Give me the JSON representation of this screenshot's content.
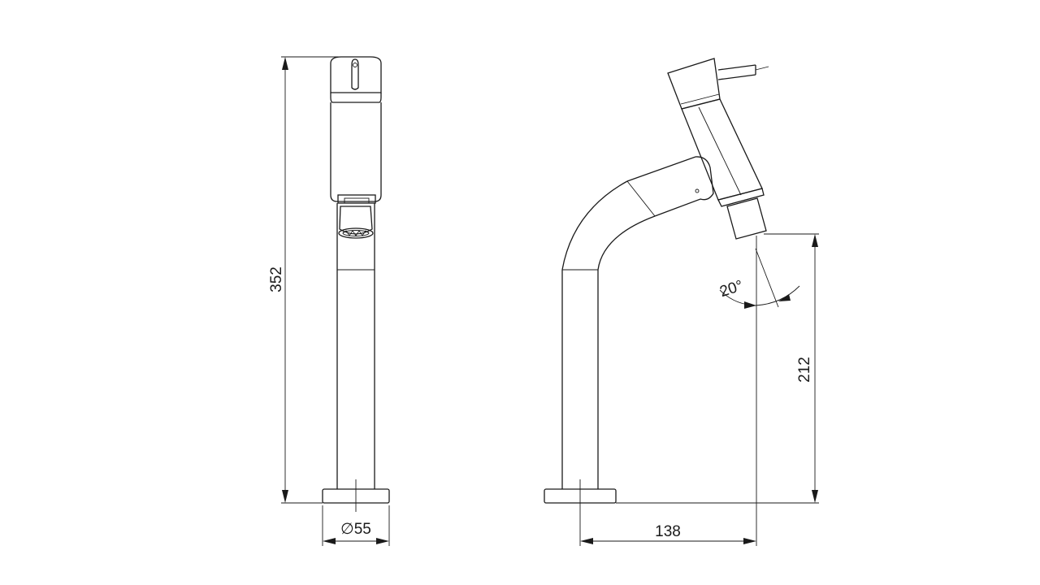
{
  "dimensions": {
    "total_height": "352",
    "base_diameter": "∅55",
    "spout_height": "212",
    "spout_reach": "138",
    "outlet_angle": "20°"
  }
}
